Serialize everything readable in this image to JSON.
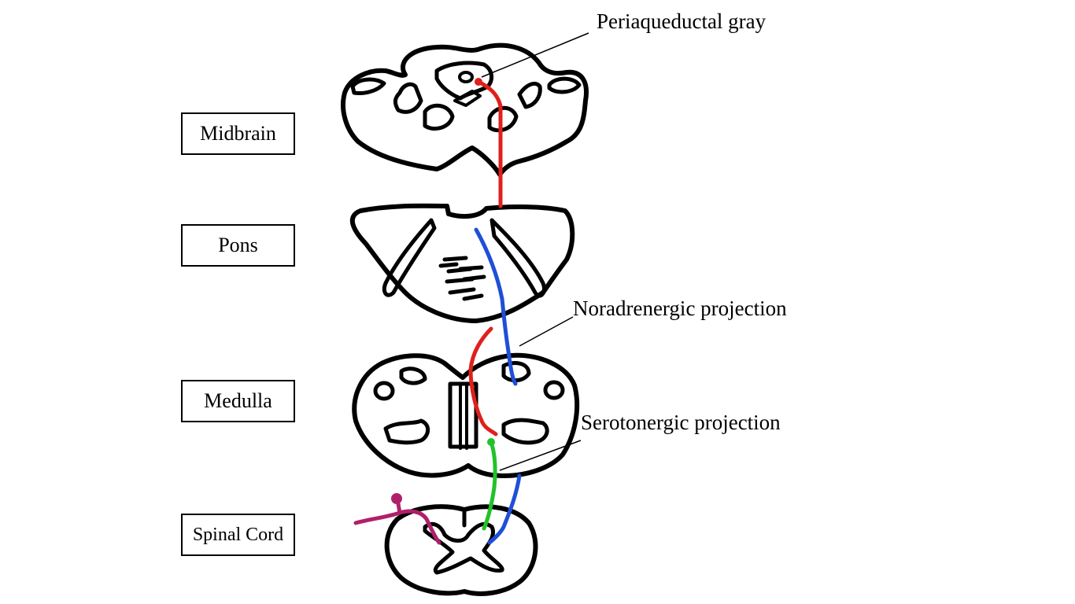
{
  "levels": {
    "midbrain": "Midbrain",
    "pons": "Pons",
    "medulla": "Medulla",
    "spinal_cord": "Spinal Cord"
  },
  "annotations": {
    "periaqueductal_gray": "Periaqueductal gray",
    "noradrenergic": "Noradrenergic projection",
    "serotonergic": "Serotonergic projection"
  },
  "colors": {
    "outline": "#000000",
    "descending_pag": "#e0201c",
    "noradrenergic": "#1f4fd6",
    "serotonergic": "#22c22a",
    "primary_afferent": "#b0206a"
  }
}
